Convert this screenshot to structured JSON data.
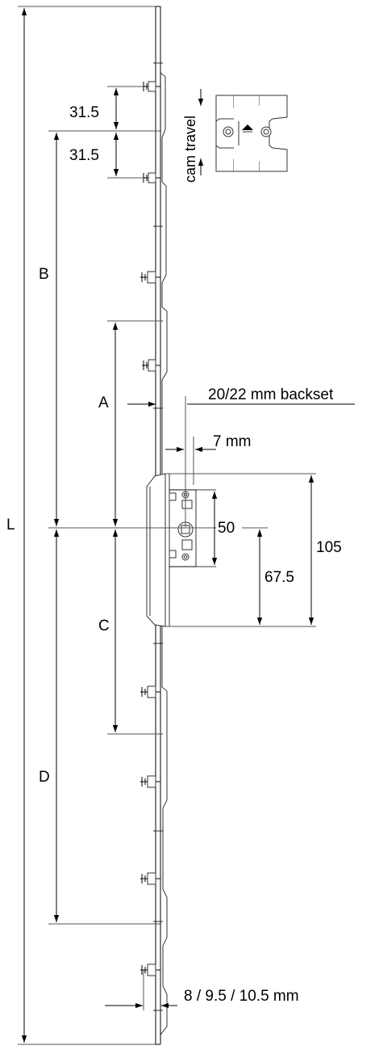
{
  "dimensions": {
    "L": "L",
    "A": "A",
    "B": "B",
    "C": "C",
    "D": "D",
    "upper_spacing_1": "31.5",
    "upper_spacing_2": "31.5",
    "backset": "20/22 mm backset",
    "offset": "7 mm",
    "follower_height": "50",
    "gearbox_height": "105",
    "gearbox_lower": "67.5",
    "faceplate_width": "8 / 9.5 / 10.5 mm"
  },
  "cam_detail": {
    "label": "cam travel"
  }
}
